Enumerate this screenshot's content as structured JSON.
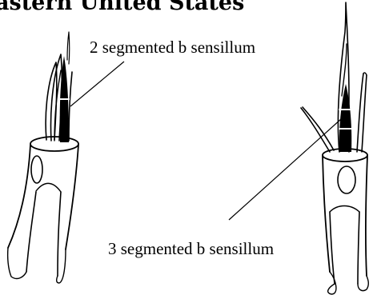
{
  "header": {
    "title": "astern United States"
  },
  "diagram": {
    "labels": {
      "two_segmented": "2 segmented b sensillum",
      "three_segmented": "3 segmented b sensillum"
    }
  }
}
